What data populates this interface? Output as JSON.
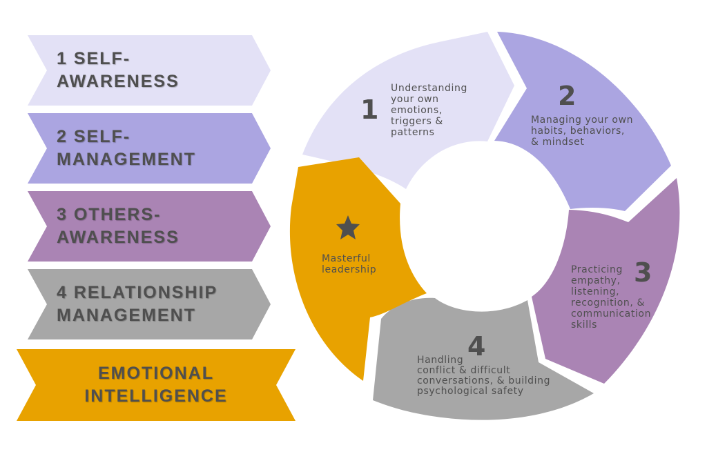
{
  "colors": {
    "self_awareness": "#e3e1f6",
    "self_management": "#aba5e1",
    "others_awareness": "#aa84b4",
    "relationship_management": "#a7a7a7",
    "emotional_intelligence": "#e8a200",
    "text": "#4f4f4f"
  },
  "banners": [
    {
      "line1": "1 SELF-",
      "line2": "AWARENESS"
    },
    {
      "line1": "2 SELF-",
      "line2": "MANAGEMENT"
    },
    {
      "line1": "3 OTHERS-",
      "line2": "AWARENESS"
    },
    {
      "line1": "4 RELATIONSHIP",
      "line2": "MANAGEMENT"
    }
  ],
  "emotional_intelligence": {
    "line1": "EMOTIONAL",
    "line2": "INTELLIGENCE"
  },
  "cycle": {
    "seg1": {
      "number": "1",
      "lines": [
        "Understanding",
        "your own",
        "emotions,",
        "triggers &",
        "patterns"
      ]
    },
    "seg2": {
      "number": "2",
      "lines": [
        "Managing your own",
        "habits, behaviors,",
        "& mindset"
      ]
    },
    "seg3": {
      "number": "3",
      "lines": [
        "Practicing",
        "empathy,",
        "listening,",
        "recognition, &",
        "communication",
        "skills"
      ]
    },
    "seg4": {
      "number": "4",
      "lines": [
        "Handling",
        "conflict & difficult",
        "conversations, & building",
        "psychological safety"
      ]
    },
    "center": {
      "icon": "star-icon",
      "lines": [
        "Masterful",
        "leadership"
      ]
    }
  }
}
